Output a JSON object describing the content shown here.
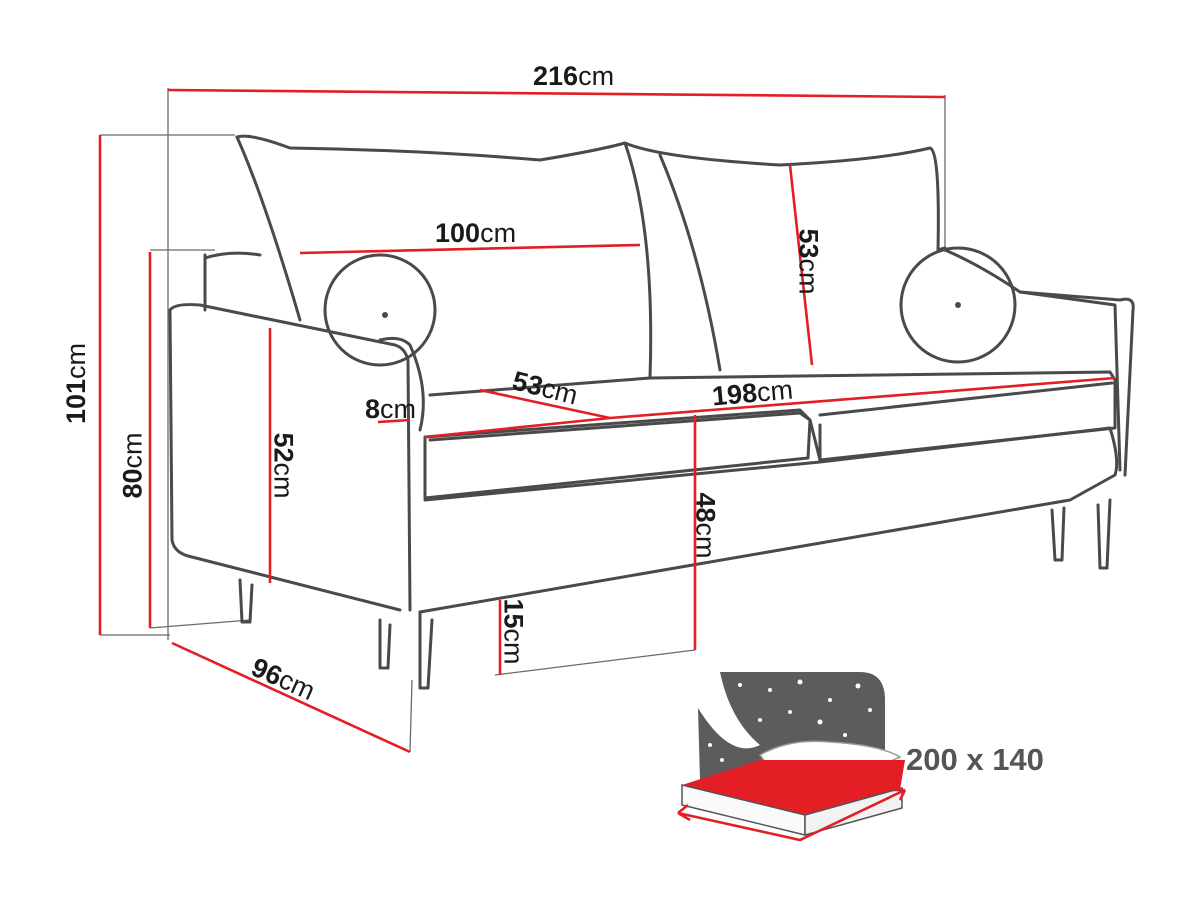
{
  "unit": "cm",
  "dimensions": {
    "total_width": "216",
    "cushion_width": "100",
    "cushion_height": "53",
    "total_height": "101",
    "armrest_height": "80",
    "armrest_side": "52",
    "armrest_thickness": "8",
    "seat_depth": "53",
    "seat_width": "198",
    "seat_height": "48",
    "leg_height": "15",
    "total_depth": "96"
  },
  "bed_size": "200 x 140",
  "colors": {
    "dimension_line": "#e31e24",
    "outline": "#4a4a4a",
    "bed_icon_bg": "#5c5c5c"
  }
}
